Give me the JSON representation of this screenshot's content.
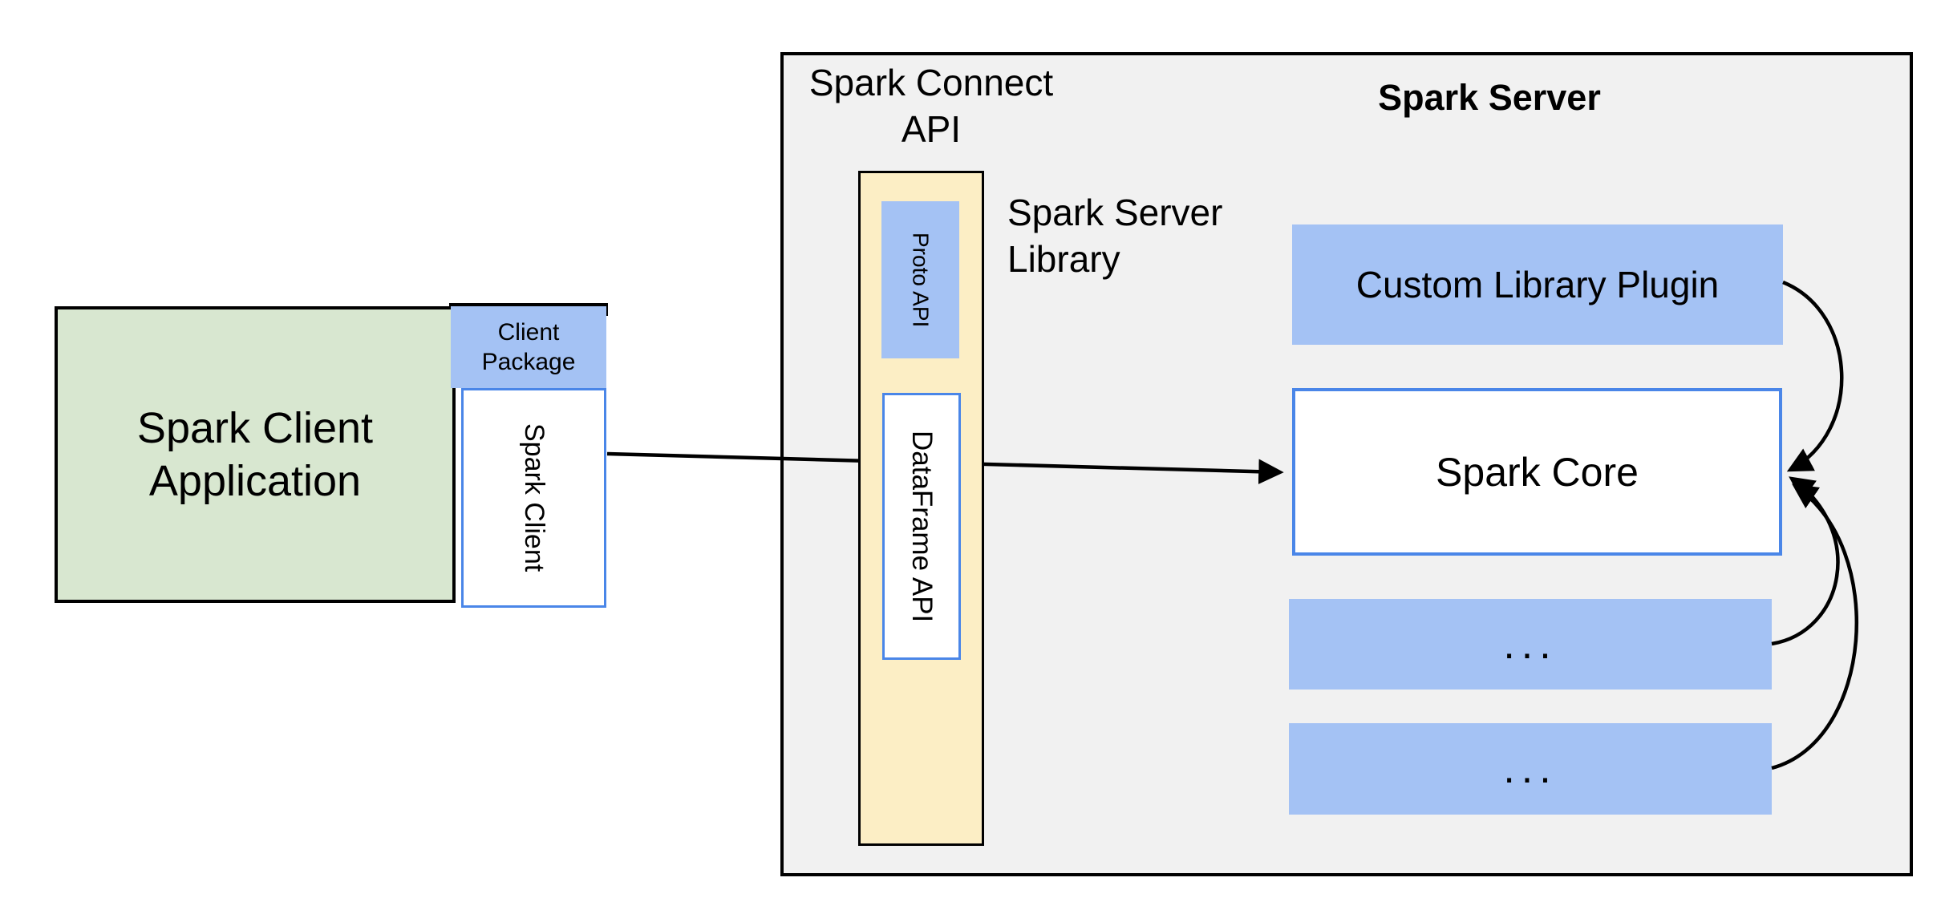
{
  "diagram": {
    "client": {
      "application_label_line1": "Spark Client",
      "application_label_line2": "Application",
      "package_label_line1": "Client",
      "package_label_line2": "Package",
      "spark_client_label": "Spark Client"
    },
    "spark_connect": {
      "api_label_line1": "Spark Connect",
      "api_label_line2": "API",
      "proto_api_label": "Proto API",
      "dataframe_api_label": "DataFrame API",
      "server_library_label_line1": "Spark Server",
      "server_library_label_line2": "Library"
    },
    "spark_server": {
      "title": "Spark Server",
      "custom_plugin_label": "Custom Library Plugin",
      "core_label": "Spark Core",
      "more_plugins_1": "...",
      "more_plugins_2": "..."
    },
    "colors": {
      "box_blue": "#a4c2f4",
      "box_green": "#d8e7d0",
      "box_yellow": "#fceec5",
      "panel_gray": "#f1f1f1",
      "border_blue": "#4a86e8",
      "line_black": "#000000",
      "background": "#ffffff"
    }
  }
}
